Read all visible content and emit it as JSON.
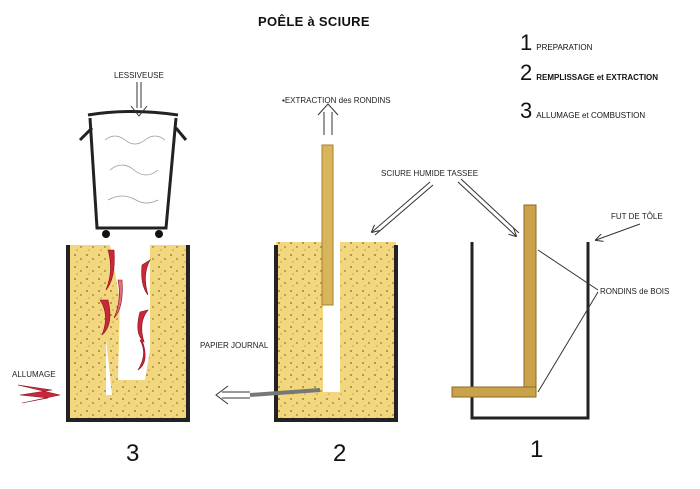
{
  "title": "POÊLE à SCIURE",
  "legend": [
    {
      "num": "1",
      "text": "PREPARATION"
    },
    {
      "num": "2",
      "text": "REMPLISSAGE et EXTRACTION"
    },
    {
      "num": "3",
      "text": "ALLUMAGE et COMBUSTION"
    }
  ],
  "labels": {
    "lessiveuse": "LESSIVEUSE",
    "extraction_rondins": "EXTRACTION des RONDINS",
    "sciure": "SCIURE HUMIDE TASSEE",
    "fut": "FUT DE TÔLE",
    "rondins_bois": "RONDINS  de BOIS",
    "papier": "PAPIER JOURNAL",
    "allumage": "ALLUMAGE"
  },
  "step_numbers": {
    "s3": "3",
    "s2": "2",
    "s1": "1"
  },
  "colors": {
    "sawdust": "#f2d77e",
    "wood": "#c9a24a",
    "flame": "#c8283a",
    "outline": "#222222"
  }
}
